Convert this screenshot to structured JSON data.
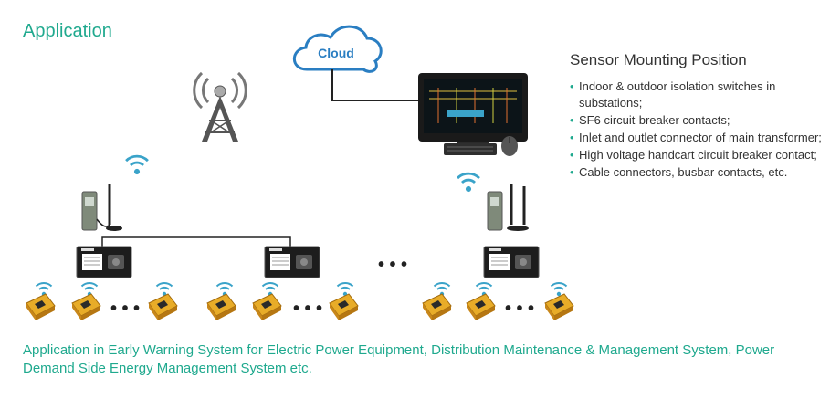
{
  "title": "Application",
  "cloud": {
    "label": "Cloud"
  },
  "sensor_panel": {
    "heading": "Sensor Mounting Position",
    "items": [
      "Indoor & outdoor isolation switches in substations;",
      "SF6 circuit-breaker contacts;",
      "Inlet and outlet connector of main transformer;",
      "High voltage handcart circuit breaker contact;",
      "Cable connectors, busbar contacts, etc."
    ]
  },
  "ellipsis": "• • •",
  "footer": "Application in Early Warning System for Electric Power Equipment, Distribution Maintenance & Management System, Power Demand Side Energy Management System etc.",
  "colors": {
    "accent": "#1fa98e",
    "cloud": "#2a7ec2",
    "sensor": "#e0a020",
    "wifi": "#3aa3c9"
  }
}
